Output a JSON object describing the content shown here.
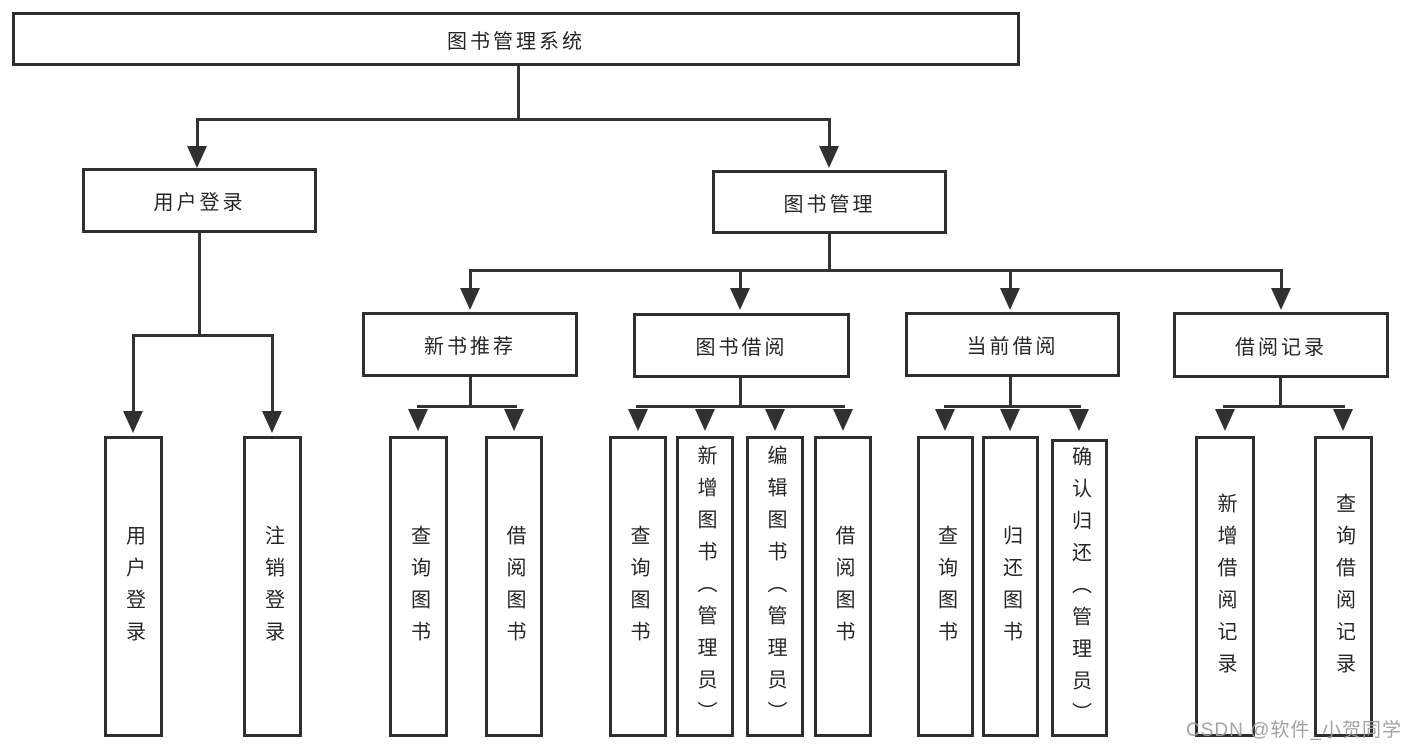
{
  "diagram": {
    "root": "图书管理系统",
    "level2": {
      "user_login": "用户登录",
      "book_mgmt": "图书管理"
    },
    "level3": {
      "new_book_rec": "新书推荐",
      "book_borrow": "图书借阅",
      "current_borrow": "当前借阅",
      "borrow_records": "借阅记录"
    },
    "leaves": {
      "user_login_leaf": "用户登录",
      "logout": "注销登录",
      "rec_query_books": "查询图书",
      "rec_borrow_books": "借阅图书",
      "bb_query_books": "查询图书",
      "bb_add_books": "新增图书（管理员）",
      "bb_edit_books": "编辑图书（管理员）",
      "bb_borrow_books": "借阅图书",
      "cb_query_books": "查询图书",
      "cb_return_books": "归还图书",
      "cb_confirm_return": "确认归还（管理员）",
      "br_add_record": "新增借阅记录",
      "br_query_record": "查询借阅记录"
    },
    "watermark": "CSDN @软件_小贺同学"
  }
}
